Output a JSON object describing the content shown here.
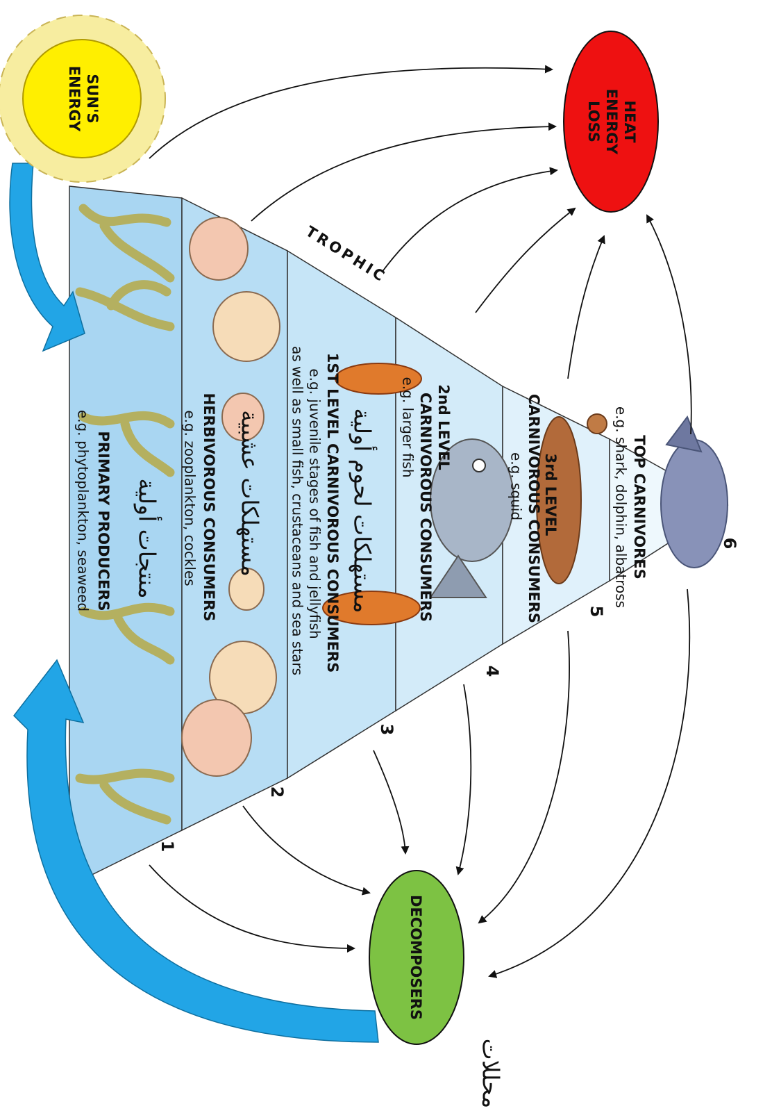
{
  "sun": {
    "label_line1": "SUN'S",
    "label_line2": "ENERGY",
    "color": "#ffef00"
  },
  "heat": {
    "label_line1": "HEAT",
    "label_line2": "ENERGY",
    "label_line3": "LOSS",
    "color": "#ee1111"
  },
  "decomposers": {
    "label": "DECOMPOSERS",
    "arabic": "محللات",
    "color": "#7dc243"
  },
  "pyramid": {
    "title": "TROPHIC"
  },
  "levels": [
    {
      "number": "1",
      "name": "PRIMARY PRODUCERS",
      "example": "e.g. phytoplankton, seaweed",
      "arabic": "منتجات أولية"
    },
    {
      "number": "2",
      "name": "HERBIVOROUS CONSUMERS",
      "example": "e.g. zooplankton, cockles",
      "arabic": "مستهلكات عشبية"
    },
    {
      "number": "3",
      "name": "1ST LEVEL CARNIVOROUS CONSUMERS",
      "example": "e.g. juvenile stages of fish and jellyfish",
      "example2": "as well as small fish, crustaceans and sea stars",
      "arabic": "مستهلكات لحوم أولية"
    },
    {
      "number": "4",
      "name_line1": "2nd LEVEL",
      "name_line2": "CARNIVOROUS CONSUMERS",
      "example": "e.g. larger fish"
    },
    {
      "number": "5",
      "name_line1": "3rd LEVEL",
      "name_line2": "CARNIVOROUS CONSUMERS",
      "example": "e.g. squid"
    },
    {
      "number": "6",
      "name": "TOP CARNIVORES",
      "example": "e.g. shark, dolphin, albatross"
    }
  ]
}
